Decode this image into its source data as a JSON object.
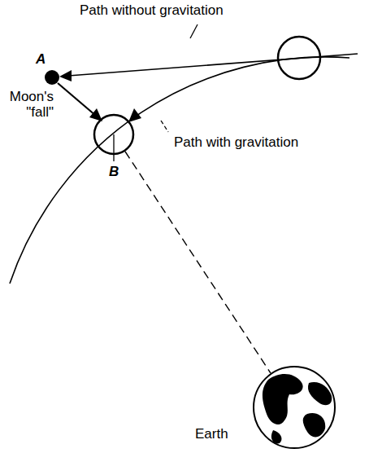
{
  "diagram": {
    "labels": [
      "Path without gravitation",
      "A",
      "Moon's \"fall\"",
      "Path with gravitation",
      "B",
      "Earth"
    ]
  }
}
